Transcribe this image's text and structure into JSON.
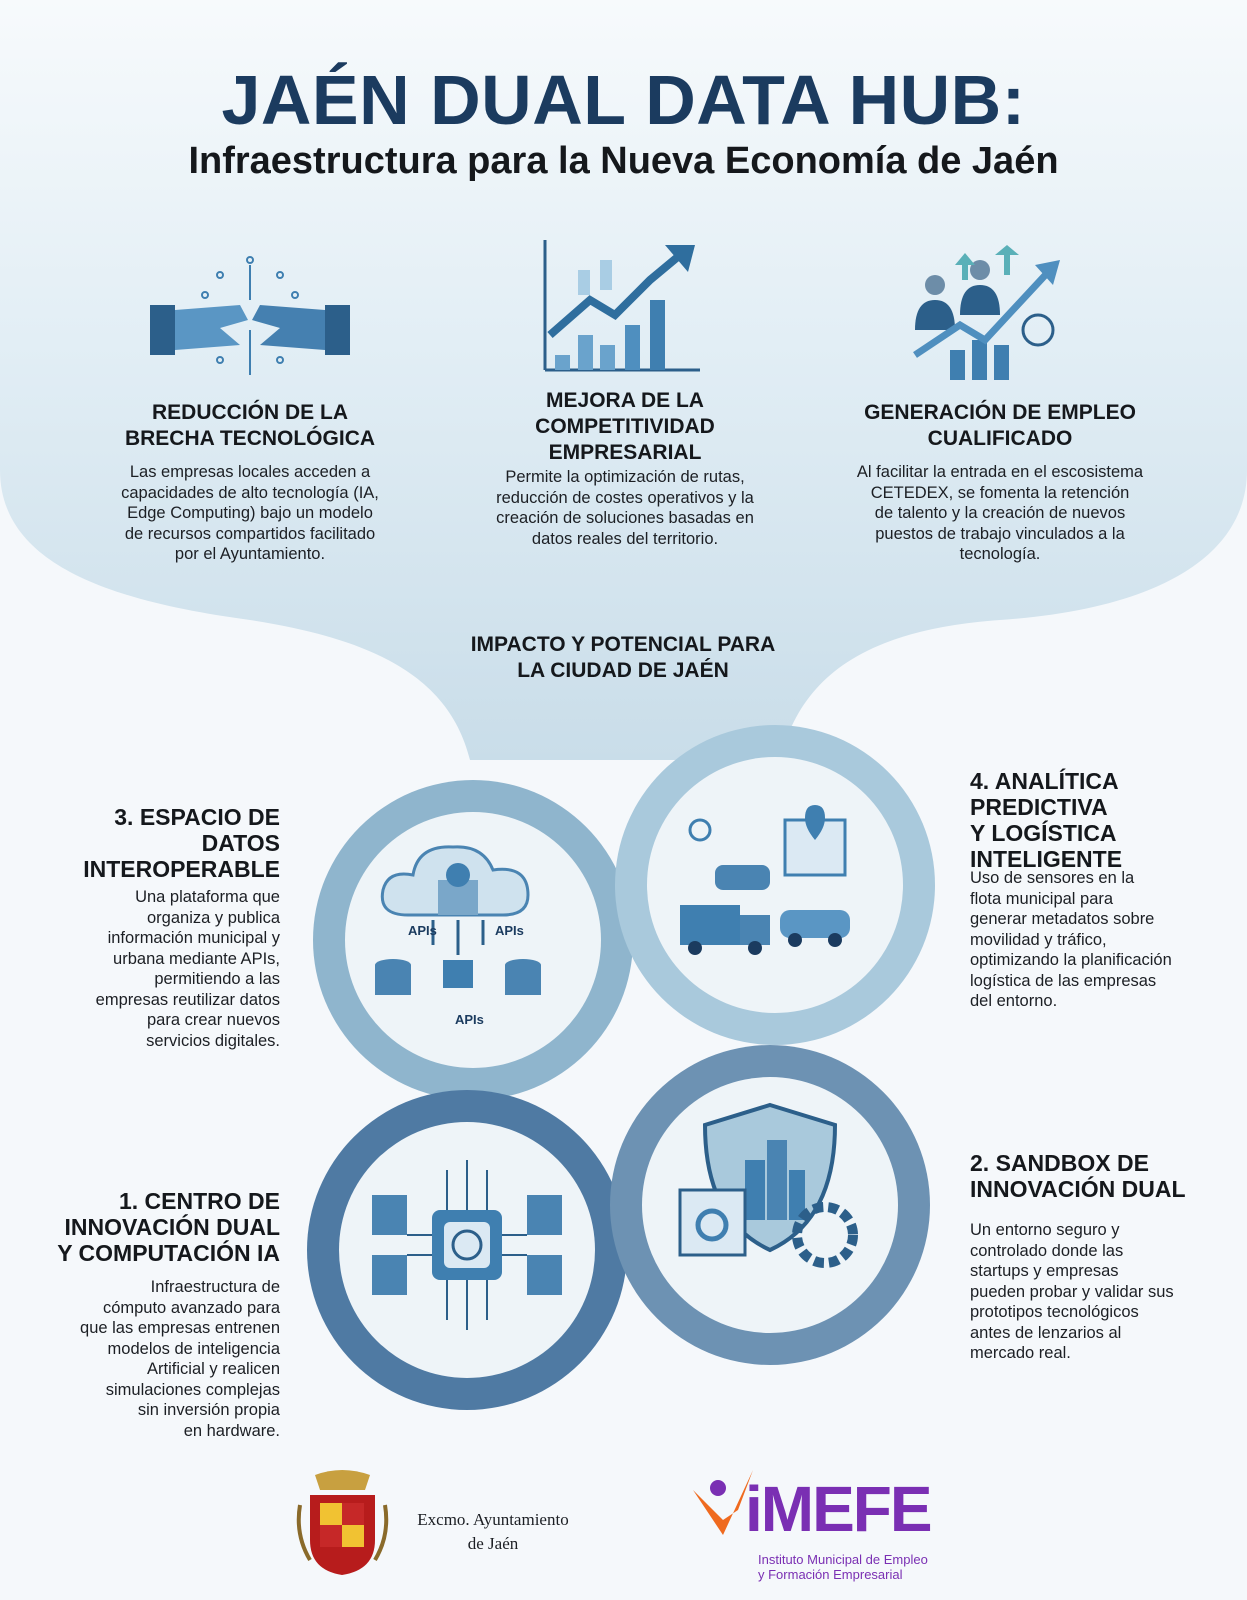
{
  "header": {
    "title": "JAÉN DUAL DATA HUB:",
    "subtitle": "Infraestructura para la Nueva Economía de Jaén"
  },
  "benefits": [
    {
      "icon": "handshake-icon",
      "heading": [
        "REDUCCIÓN DE LA",
        "BRECHA TECNOLÓGICA"
      ],
      "body": [
        "Las empresas locales acceden a",
        "capacidades de alto tecnología (IA,",
        "Edge Computing) bajo un modelo",
        "de recursos compartidos facilitado",
        "por el Ayuntamiento."
      ]
    },
    {
      "icon": "growth-chart-icon",
      "heading": [
        "MEJORA DE LA",
        "COMPETITIVIDAD",
        "EMPRESARIAL"
      ],
      "body": [
        "Permite la optimización de rutas,",
        "reducción de costes operativos y la",
        "creación de soluciones basadas en",
        "datos reales del territorio."
      ]
    },
    {
      "icon": "employment-growth-icon",
      "heading": [
        "GENERACIÓN DE EMPLEO",
        "CUALIFICADO"
      ],
      "body": [
        "Al facilitar la entrada en el escosistema",
        "CETEDEX, se fomenta la retención",
        "de talento y la creación de nuevos",
        "puestos de trabajo vinculados a la",
        "tecnología."
      ]
    }
  ],
  "center_heading": [
    "IMPACTO Y POTENCIAL PARA",
    "LA CIUDAD DE JAÉN"
  ],
  "sections": {
    "s3": {
      "heading": [
        "3. ESPACIO DE",
        "DATOS",
        "INTEROPERABLE"
      ],
      "body": [
        "Una plataforma que",
        "organiza y publica",
        "información municipal y",
        "urbana mediante APIs,",
        "permitiendo a las",
        "empresas reutilizar datos",
        "para crear nuevos",
        "servicios digitales."
      ],
      "api_labels": [
        "APIs",
        "APIs",
        "APIs"
      ]
    },
    "s4": {
      "heading": [
        "4. ANALÍTICA",
        "PREDICTIVA",
        "Y LOGÍSTICA",
        "INTELIGENTE"
      ],
      "body": [
        "Uso de sensores en la",
        "flota municipal para",
        "generar metadatos sobre",
        "movilidad y tráfico,",
        "optimizando la planificación",
        "logística de las empresas",
        "del entorno."
      ]
    },
    "s1": {
      "heading": [
        "1. CENTRO DE",
        "INNOVACIÓN DUAL",
        "Y COMPUTACIÓN IA"
      ],
      "body": [
        "Infraestructura de",
        "cómputo avanzado para",
        "que las empresas entrenen",
        "modelos de inteligencia",
        "Artificial y realicen",
        "simulaciones complejas",
        "sin inversión propia",
        "en hardware."
      ]
    },
    "s2": {
      "heading": [
        "2. SANDBOX DE",
        "INNOVACIÓN DUAL"
      ],
      "body": [
        "Un entorno seguro y",
        "controlado donde las",
        "startups y empresas",
        "pueden probar y validar sus",
        "prototipos tecnológicos",
        "antes de lenzarios al",
        "mercado real."
      ]
    }
  },
  "footer": {
    "ayuntamiento": [
      "Excmo. Ayuntamiento",
      "de Jaén"
    ],
    "imefe_word": "iMEFE",
    "imefe_sub": [
      "Instituto Municipal de Empleo",
      "y Formación Empresarial"
    ]
  },
  "colors": {
    "title": "#1b3b5f",
    "accent_blue": "#3f7fb0",
    "light_blue": "#d9e9f2",
    "purple": "#7a2fb3",
    "orange": "#ef6a1f"
  }
}
